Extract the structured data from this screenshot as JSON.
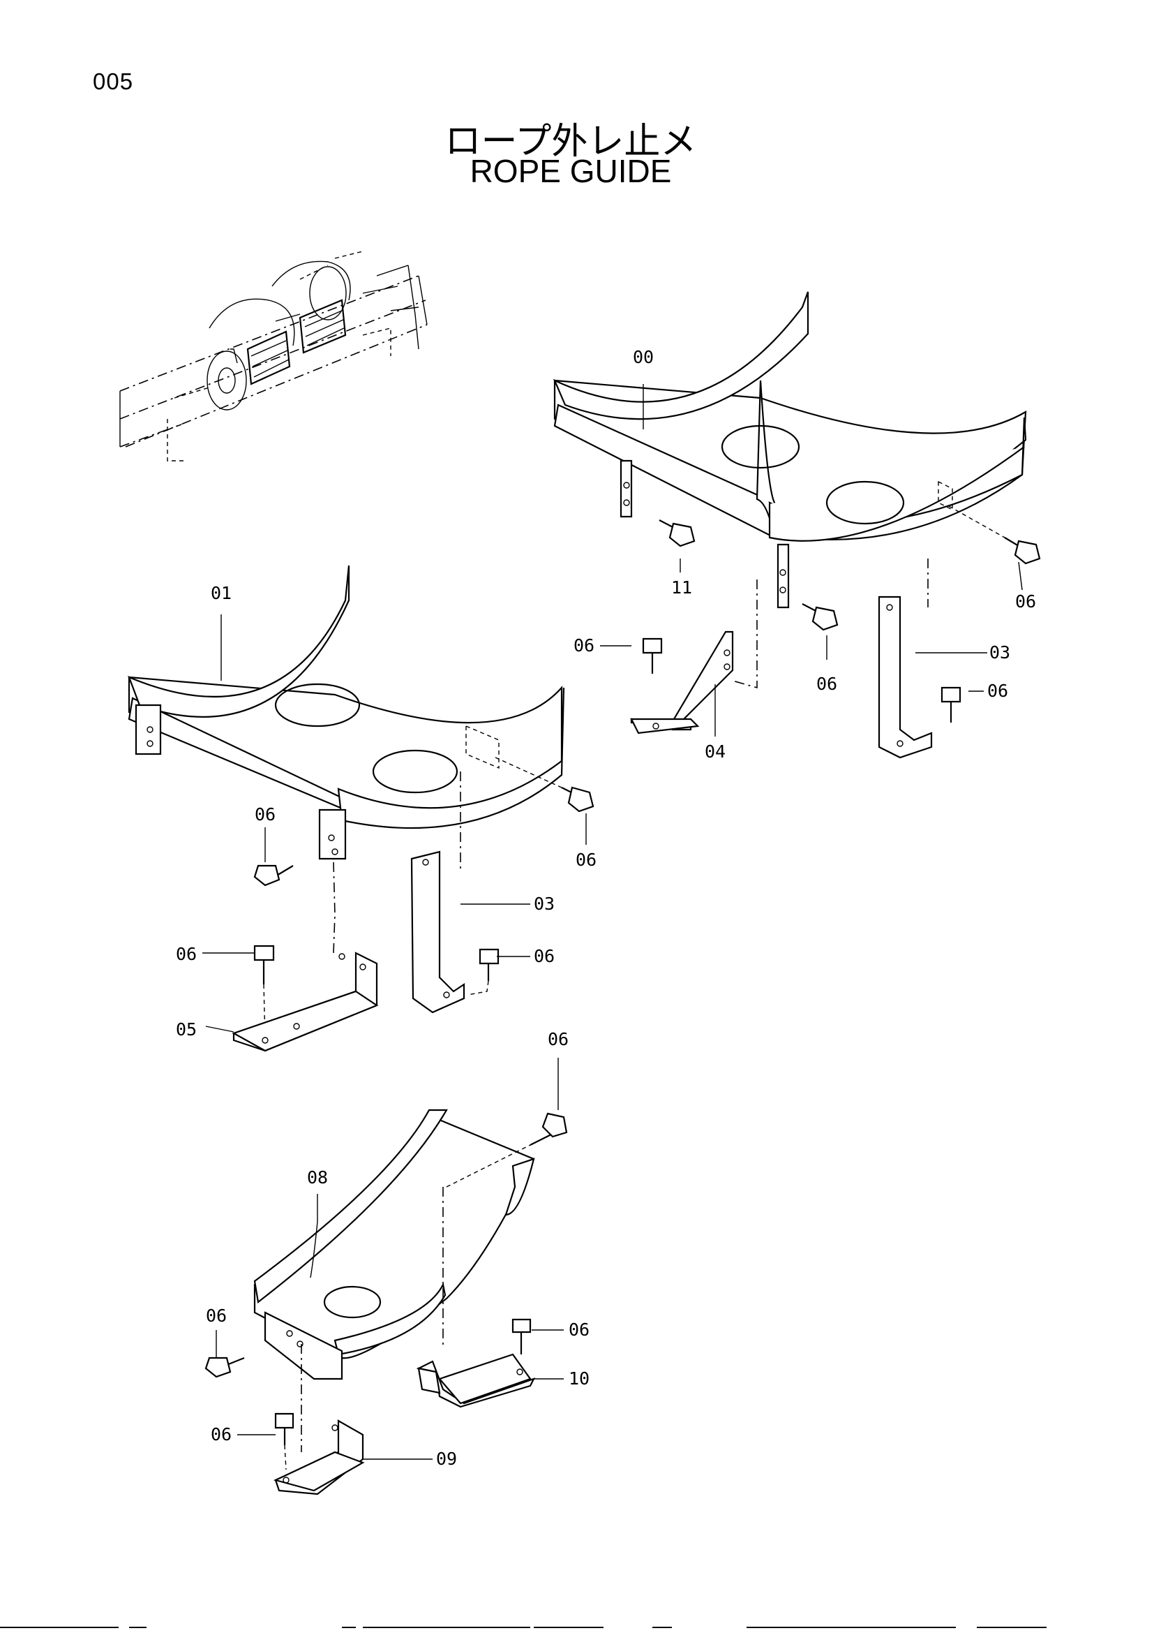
{
  "page": {
    "number": "005"
  },
  "title": {
    "japanese": "ロープ外レ止メ",
    "english": "ROPE GUIDE"
  },
  "callouts": {
    "c00": "00",
    "c01": "01",
    "c11": "11",
    "c06_a": "06",
    "c06_b": "06",
    "c06_c": "06",
    "c06_d": "06",
    "c03_a": "03",
    "c04": "04",
    "c06_e": "06",
    "c06_f": "06",
    "c06_g": "06",
    "c06_h": "06",
    "c03_b": "03",
    "c05": "05",
    "c06_i": "06",
    "c08": "08",
    "c06_j": "06",
    "c06_k": "06",
    "c10": "10",
    "c06_l": "06",
    "c09": "09"
  }
}
